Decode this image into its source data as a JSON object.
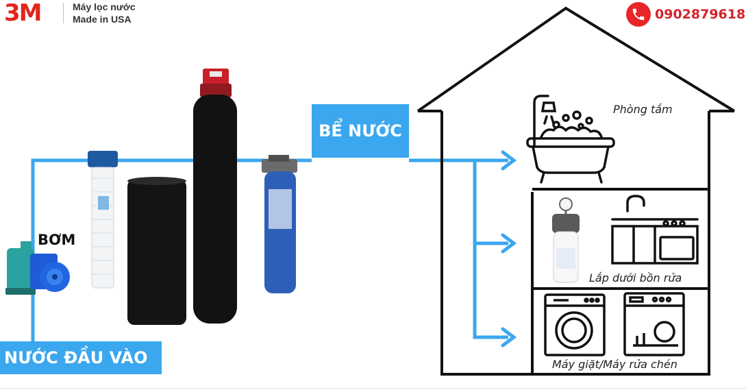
{
  "brand": {
    "logo": "3M",
    "line1": "Máy lọc nước",
    "line2": "Made in USA"
  },
  "contact": {
    "phone": "0902879618",
    "icon": "phone-icon"
  },
  "labels": {
    "water_tank": "BỂ NƯỚC",
    "pump": "BƠM",
    "water_input": "NƯỚC ĐẦU VÀO"
  },
  "rooms": {
    "bathroom": "Phòng tắm",
    "under_sink": "Lắp dưới bồn rửa",
    "laundry": "Máy giặt/Máy rửa chén"
  },
  "colors": {
    "pipe": "#3aa7ee",
    "brand_red": "#e1251b",
    "filter_blue": "#2d5fb8",
    "tank_black": "#111111"
  }
}
